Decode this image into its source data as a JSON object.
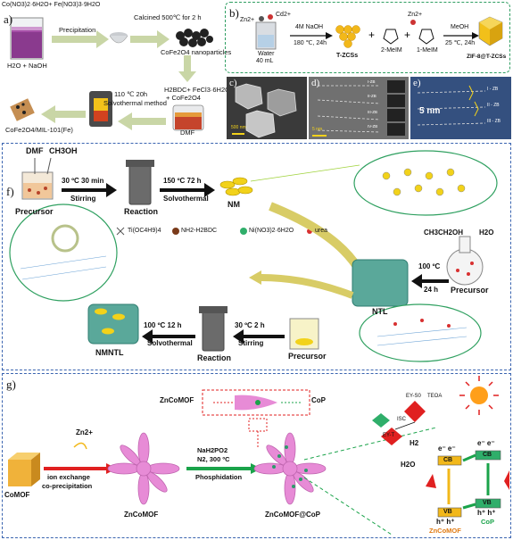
{
  "panel_a": {
    "label": "a)",
    "formula": "Co(NO3)2·6H2O+ Fe(NO3)3·9H2O",
    "solvent": "H2O + NaOH",
    "step_precipitation": "Precipitation",
    "step_calcined": "Calcined  500℃ for 2 h",
    "nanoparticles": "CoFe2O4 nanoparticles",
    "reagents_line1": "H2BDC+ FeCl3·6H2O",
    "reagents_line2": "+ CoFe2O4",
    "dmf": "DMF",
    "solvothermal_line1": "110 ℃ 20h",
    "solvothermal_line2": "Solvothermal method",
    "product": "CoFe2O4/MIL-101(Fe)"
  },
  "panel_b": {
    "label": "b)",
    "zn": "Zn2+",
    "cd": "Cd2+",
    "water": "Water",
    "water_vol": "40 mL",
    "cond1_a": "4M NaOH",
    "cond1_b": "180 ℃, 24h",
    "tzcs": "T-ZCSs",
    "mim2": "2-MeIM",
    "mim1": "1-MeIM",
    "zn2": "Zn2+",
    "cond2_a": "MeOH",
    "cond2_b": "25 ℃, 24h",
    "product": "ZIF-8@T-ZCSs"
  },
  "panel_c": {
    "label": "c)",
    "scale": "500 nm"
  },
  "panel_d": {
    "label": "d)",
    "scale": "5 nm",
    "zones": [
      "I-ZB",
      "II-ZB",
      "III-ZB",
      "IV-ZB"
    ]
  },
  "panel_e": {
    "label": "e)",
    "scale": "5 nm",
    "zones": [
      "I - ZB",
      "II - ZB",
      "III - ZB"
    ]
  },
  "panel_f": {
    "label": "f)",
    "dmf": "DMF",
    "ch3oh": "CH3OH",
    "cond1_a": "30 ºC 30 min",
    "cond1_b": "Stirring",
    "cond2_a": "150 ºC 72 h",
    "cond2_b": "Solvothermal",
    "precursor": "Precursor",
    "reaction": "Reaction",
    "nm": "NM",
    "legend": [
      "Ti(OC4H9)4",
      "NH2-H2BDC",
      "Ni(NO3)2·6H2O",
      "urea"
    ],
    "ethanol": "CH3CH2OH",
    "h2o": "H2O",
    "cond3_a": "100 ºC",
    "cond3_b": "24 h",
    "precursor2": "Precursor",
    "ntl": "NTL",
    "cond4_a": "30 ºC 2 h",
    "cond4_b": "Stirring",
    "precursor3": "Precursor",
    "cond5_a": "100 ºC 12 h",
    "cond5_b": "Solvothermal",
    "reaction2": "Reaction",
    "nmntl": "NMNTL"
  },
  "panel_g": {
    "label": "g)",
    "zncomof_top": "ZnCoMOF",
    "cop_top": "CoP",
    "zn": "Zn2+",
    "cond1_a": "ion exchange",
    "cond1_b": "co-precipitation",
    "comof": "CoMOF",
    "zncomof": "ZnCoMOF",
    "cond2_a": "NaH2PO2",
    "cond2_b": "N2, 300 ºC",
    "cond2_c": "Phosphidation",
    "product": "ZnCoMOF@CoP",
    "ey_s0": "EY-S0",
    "isc": "ISC",
    "ey_t": "EY-T",
    "tea": "TEOA",
    "h2": "H2",
    "h2o": "H2O",
    "cb": "CB",
    "vb": "VB",
    "electrons": "e⁻ e⁻",
    "holes": "h⁺ h⁺",
    "zncomof_band": "ZnCoMOF",
    "cop_band": "CoP"
  },
  "colors": {
    "frame_blue": "#3a64b0",
    "frame_green": "#2f9e62",
    "green_dash": "#1aa34a",
    "arrow_red": "#e02020",
    "pink": "#e78bd6",
    "yellow_pellet": "#f2d21a",
    "orange_label": "#e07a12",
    "cyan_green": "#49b28a"
  }
}
